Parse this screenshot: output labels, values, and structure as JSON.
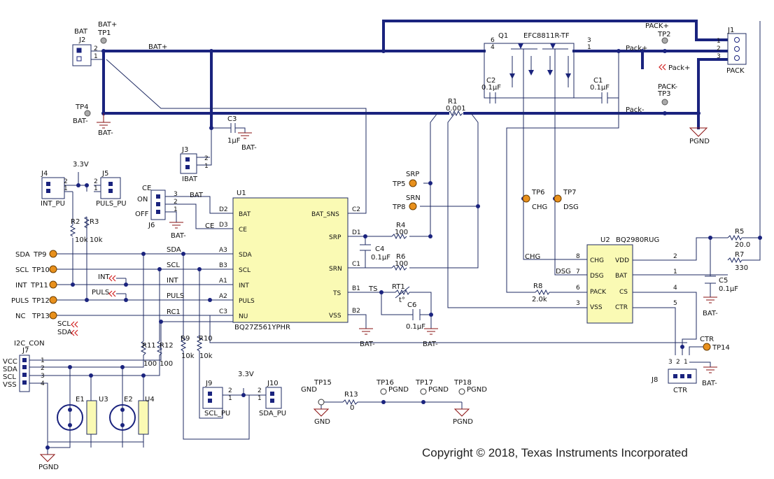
{
  "copyright": "Copyright © 2018, Texas Instruments Incorporated",
  "colors": {
    "wire": "#1f2b63",
    "bus": "#1a237e",
    "ic_fill": "#fafab4",
    "testpoint": "#e8901c",
    "ground": "#8a1010"
  },
  "u1": {
    "ref": "U1",
    "part": "BQ27Z561YPHR",
    "left_pins": [
      {
        "num": "D2",
        "name": "BAT"
      },
      {
        "num": "D3",
        "name": "CE"
      },
      {
        "num": "A3",
        "name": "SDA"
      },
      {
        "num": "B3",
        "name": "SCL"
      },
      {
        "num": "A1",
        "name": "INT"
      },
      {
        "num": "A2",
        "name": "PULS"
      },
      {
        "num": "C3",
        "name": "NU"
      }
    ],
    "right_pins": [
      {
        "num": "C2",
        "name": "BAT_SNS"
      },
      {
        "num": "D1",
        "name": "SRP"
      },
      {
        "num": "C1",
        "name": "SRN"
      },
      {
        "num": "B1",
        "name": "TS"
      },
      {
        "num": "B2",
        "name": "VSS"
      }
    ]
  },
  "u2": {
    "ref": "U2",
    "part": "BQ2980RUG",
    "left_pins": [
      {
        "num": "8",
        "name": "CHG"
      },
      {
        "num": "7",
        "name": "DSG"
      },
      {
        "num": "6",
        "name": "PACK"
      },
      {
        "num": "3",
        "name": "VSS"
      }
    ],
    "right_pins": [
      {
        "num": "2",
        "name": "VDD"
      },
      {
        "num": "1",
        "name": "BAT"
      },
      {
        "num": "4",
        "name": "CS"
      },
      {
        "num": "5",
        "name": "CTR"
      }
    ]
  },
  "q1": {
    "ref": "Q1",
    "part": "EFC8811R-TF",
    "pins": [
      "6",
      "4",
      "3",
      "1"
    ]
  },
  "components": {
    "r1": {
      "ref": "R1",
      "val": "0.001"
    },
    "r2": {
      "ref": "R2",
      "val": "10k"
    },
    "r3": {
      "ref": "R3",
      "val": "10k"
    },
    "r4": {
      "ref": "R4",
      "val": "100"
    },
    "r5": {
      "ref": "R5",
      "val": "20.0"
    },
    "r6": {
      "ref": "R6",
      "val": "100"
    },
    "r7": {
      "ref": "R7",
      "val": "330"
    },
    "r8": {
      "ref": "R8",
      "val": "2.0k"
    },
    "r9": {
      "ref": "R9",
      "val": "10k"
    },
    "r10": {
      "ref": "R10",
      "val": "10k"
    },
    "r11": {
      "ref": "R11",
      "val": "100"
    },
    "r12": {
      "ref": "R12",
      "val": "100"
    },
    "r13": {
      "ref": "R13",
      "val": "0"
    },
    "c1": {
      "ref": "C1",
      "val": "0.1µF"
    },
    "c2": {
      "ref": "C2",
      "val": "0.1µF"
    },
    "c3": {
      "ref": "C3",
      "val": "1µF"
    },
    "c4": {
      "ref": "C4",
      "val": "0.1µF"
    },
    "c5": {
      "ref": "C5",
      "val": "0.1µF"
    },
    "c6": {
      "ref": "C6",
      "val": "0.1µF"
    },
    "rt1": {
      "ref": "RT1",
      "val": "t°"
    },
    "e1": {
      "ref": "E1"
    },
    "e2": {
      "ref": "E2"
    },
    "u3": {
      "ref": "U3"
    },
    "u4": {
      "ref": "U4"
    }
  },
  "connectors": {
    "j1": {
      "ref": "J1",
      "label": "PACK",
      "pins": [
        "1",
        "2",
        "3"
      ]
    },
    "j2": {
      "ref": "J2",
      "label": "BAT",
      "pins": [
        "2",
        "1"
      ]
    },
    "j3": {
      "ref": "J3",
      "label": "IBAT",
      "pins": [
        "2",
        "1"
      ]
    },
    "j4": {
      "ref": "J4",
      "label": "INT_PU",
      "pins": [
        "2",
        "1"
      ]
    },
    "j5": {
      "ref": "J5",
      "label": "PULS_PU",
      "pins": [
        "2",
        "1"
      ]
    },
    "j6": {
      "ref": "J6",
      "label": "CE",
      "options": [
        "ON",
        "OFF"
      ],
      "pins": [
        "3",
        "2",
        "1"
      ]
    },
    "j7": {
      "ref": "J7",
      "label": "I2C_CON",
      "pins": [
        "1",
        "2",
        "3",
        "4"
      ],
      "names": [
        "VCC",
        "SDA",
        "SCL",
        "VSS"
      ]
    },
    "j8": {
      "ref": "J8",
      "label": "CTR",
      "pins": [
        "3",
        "2",
        "1"
      ]
    },
    "j9": {
      "ref": "J9",
      "label": "SCL_PU",
      "pins": [
        "2",
        "1"
      ]
    },
    "j10": {
      "ref": "J10",
      "label": "SDA_PU",
      "pins": [
        "2",
        "1"
      ]
    }
  },
  "testpoints": {
    "tp1": {
      "ref": "TP1",
      "net": "BAT+"
    },
    "tp2": {
      "ref": "TP2",
      "net": "PACK+"
    },
    "tp3": {
      "ref": "TP3",
      "net": "PACK-"
    },
    "tp4": {
      "ref": "TP4",
      "net": "BAT-"
    },
    "tp5": {
      "ref": "TP5",
      "net": "SRP"
    },
    "tp6": {
      "ref": "TP6",
      "net": "CHG"
    },
    "tp7": {
      "ref": "TP7",
      "net": "DSG"
    },
    "tp8": {
      "ref": "TP8",
      "net": "SRN"
    },
    "tp9": {
      "ref": "TP9",
      "net": "SDA"
    },
    "tp10": {
      "ref": "TP10",
      "net": "SCL"
    },
    "tp11": {
      "ref": "TP11",
      "net": "INT"
    },
    "tp12": {
      "ref": "TP12",
      "net": "PULS"
    },
    "tp13": {
      "ref": "TP13",
      "net": "NC"
    },
    "tp14": {
      "ref": "TP14",
      "net": "CTR"
    },
    "tp15": {
      "ref": "TP15",
      "net": "GND"
    },
    "tp16": {
      "ref": "TP16",
      "net": "PGND"
    },
    "tp17": {
      "ref": "TP17",
      "net": "PGND"
    },
    "tp18": {
      "ref": "TP18",
      "net": "PGND"
    }
  },
  "nets": {
    "bat_plus": "BAT+",
    "bat_minus": "BAT-",
    "pack_plus": "Pack+",
    "pack_minus": "Pack-",
    "pgnd": "PGND",
    "gnd": "GND",
    "v33": "3.3V",
    "sda": "SDA",
    "scl": "SCL",
    "int": "INT",
    "puls": "PULS",
    "rc1": "RC1",
    "ts": "TS",
    "bat": "BAT",
    "ce": "CE",
    "chg": "CHG",
    "dsg": "DSG",
    "ctr": "CTR"
  }
}
